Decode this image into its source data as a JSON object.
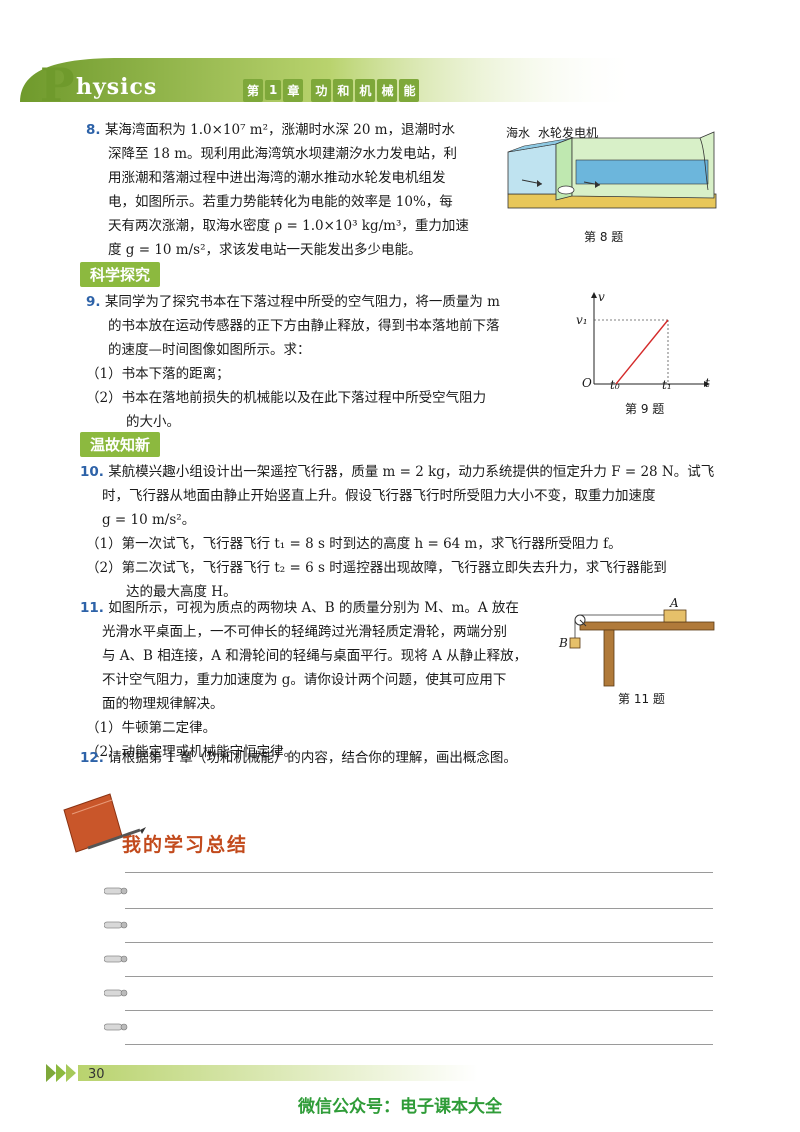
{
  "header": {
    "logo_first": "P",
    "logo_rest": "hysics",
    "chapter_parts": [
      "第",
      "1",
      "章",
      "功",
      "和",
      "机",
      "械",
      "能"
    ]
  },
  "q8": {
    "num": "8.",
    "lines": [
      "某海湾面积为 1.0×10⁷ m²，涨潮时水深 20 m，退潮时水",
      "深降至 18 m。现利用此海湾筑水坝建潮汐水力发电站，利",
      "用涨潮和落潮过程中进出海湾的潮水推动水轮发电机组发",
      "电，如图所示。若重力势能转化为电能的效率是 10%，每",
      "天有两次涨潮，取海水密度 ρ = 1.0×10³ kg/m³，重力加速",
      "度 g = 10 m/s²，求该发电站一天能发出多少电能。"
    ],
    "fig_labels": [
      "海水",
      "水轮发电机"
    ],
    "caption": "第 8 题"
  },
  "section1": "科学探究",
  "q9": {
    "num": "9.",
    "lines": [
      "某同学为了探究书本在下落过程中所受的空气阻力，将一质量为 m",
      "的书本放在运动传感器的正下方由静止释放，得到书本落地前下落",
      "的速度—时间图像如图所示。求："
    ],
    "sub1": "（1）书本下落的距离；",
    "sub2a": "（2）书本在落地前损失的机械能以及在此下落过程中所受空气阻力",
    "sub2b": "的大小。",
    "graph": {
      "v": "v",
      "v1": "v₁",
      "O": "O",
      "t0": "t₀",
      "t1": "t₁",
      "t": "t"
    },
    "caption": "第 9 题"
  },
  "section2": "温故知新",
  "q10": {
    "num": "10.",
    "lines": [
      "某航模兴趣小组设计出一架遥控飞行器，质量 m = 2 kg，动力系统提供的恒定升力 F = 28 N。试飞",
      "时，飞行器从地面由静止开始竖直上升。假设飞行器飞行时所受阻力大小不变，取重力加速度",
      "g = 10 m/s²。"
    ],
    "sub1": "（1）第一次试飞，飞行器飞行 t₁ = 8 s 时到达的高度 h = 64 m，求飞行器所受阻力 f。",
    "sub2a": "（2）第二次试飞，飞行器飞行 t₂ = 6 s 时遥控器出现故障，飞行器立即失去升力，求飞行器能到",
    "sub2b": "达的最大高度 H。"
  },
  "q11": {
    "num": "11.",
    "lines": [
      "如图所示，可视为质点的两物块 A、B 的质量分别为 M、m。A 放在",
      "光滑水平桌面上，一不可伸长的轻绳跨过光滑轻质定滑轮，两端分别",
      "与 A、B 相连接，A 和滑轮间的轻绳与桌面平行。现将 A 从静止释放，",
      "不计空气阻力，重力加速度为 g。请你设计两个问题，使其可应用下",
      "面的物理规律解决。"
    ],
    "sub1": "（1）牛顿第二定律。",
    "sub2": "（2）动能定理或机械能守恒定律。",
    "fig_labels": [
      "A",
      "B"
    ],
    "caption": "第 11 题"
  },
  "q12": {
    "num": "12.",
    "text": "请根据第 1 章（功和机械能）的内容，结合你的理解，画出概念图。"
  },
  "summary_title": "我的学习总结",
  "page_number": "30",
  "footer": "微信公众号：电子课本大全",
  "colors": {
    "accent_green": "#8cb93f",
    "number_blue": "#2d62a8",
    "summary_red": "#c24a1c",
    "footer_green": "#2f9c38"
  }
}
